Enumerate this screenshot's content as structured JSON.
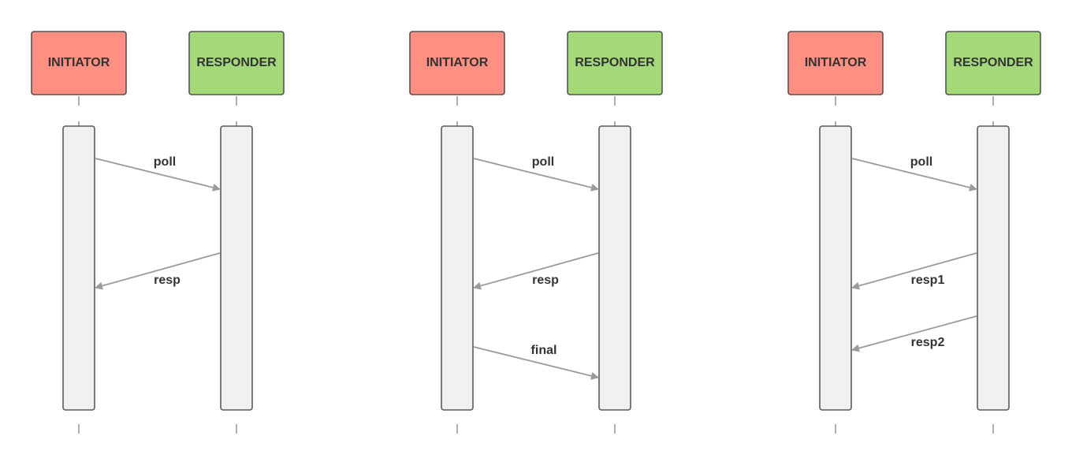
{
  "colors": {
    "initiator_fill": "#ff8f80",
    "responder_fill": "#a3d977",
    "arrow": "#9a9a9a"
  },
  "diagrams": [
    {
      "participants": {
        "initiator": "INITIATOR",
        "responder": "RESPONDER"
      },
      "messages": [
        {
          "label": "poll",
          "from": "initiator",
          "to": "responder"
        },
        {
          "label": "resp",
          "from": "responder",
          "to": "initiator"
        }
      ]
    },
    {
      "participants": {
        "initiator": "INITIATOR",
        "responder": "RESPONDER"
      },
      "messages": [
        {
          "label": "poll",
          "from": "initiator",
          "to": "responder"
        },
        {
          "label": "resp",
          "from": "responder",
          "to": "initiator"
        },
        {
          "label": "final",
          "from": "initiator",
          "to": "responder"
        }
      ]
    },
    {
      "participants": {
        "initiator": "INITIATOR",
        "responder": "RESPONDER"
      },
      "messages": [
        {
          "label": "poll",
          "from": "initiator",
          "to": "responder"
        },
        {
          "label": "resp1",
          "from": "responder",
          "to": "initiator"
        },
        {
          "label": "resp2",
          "from": "responder",
          "to": "initiator"
        }
      ]
    }
  ]
}
